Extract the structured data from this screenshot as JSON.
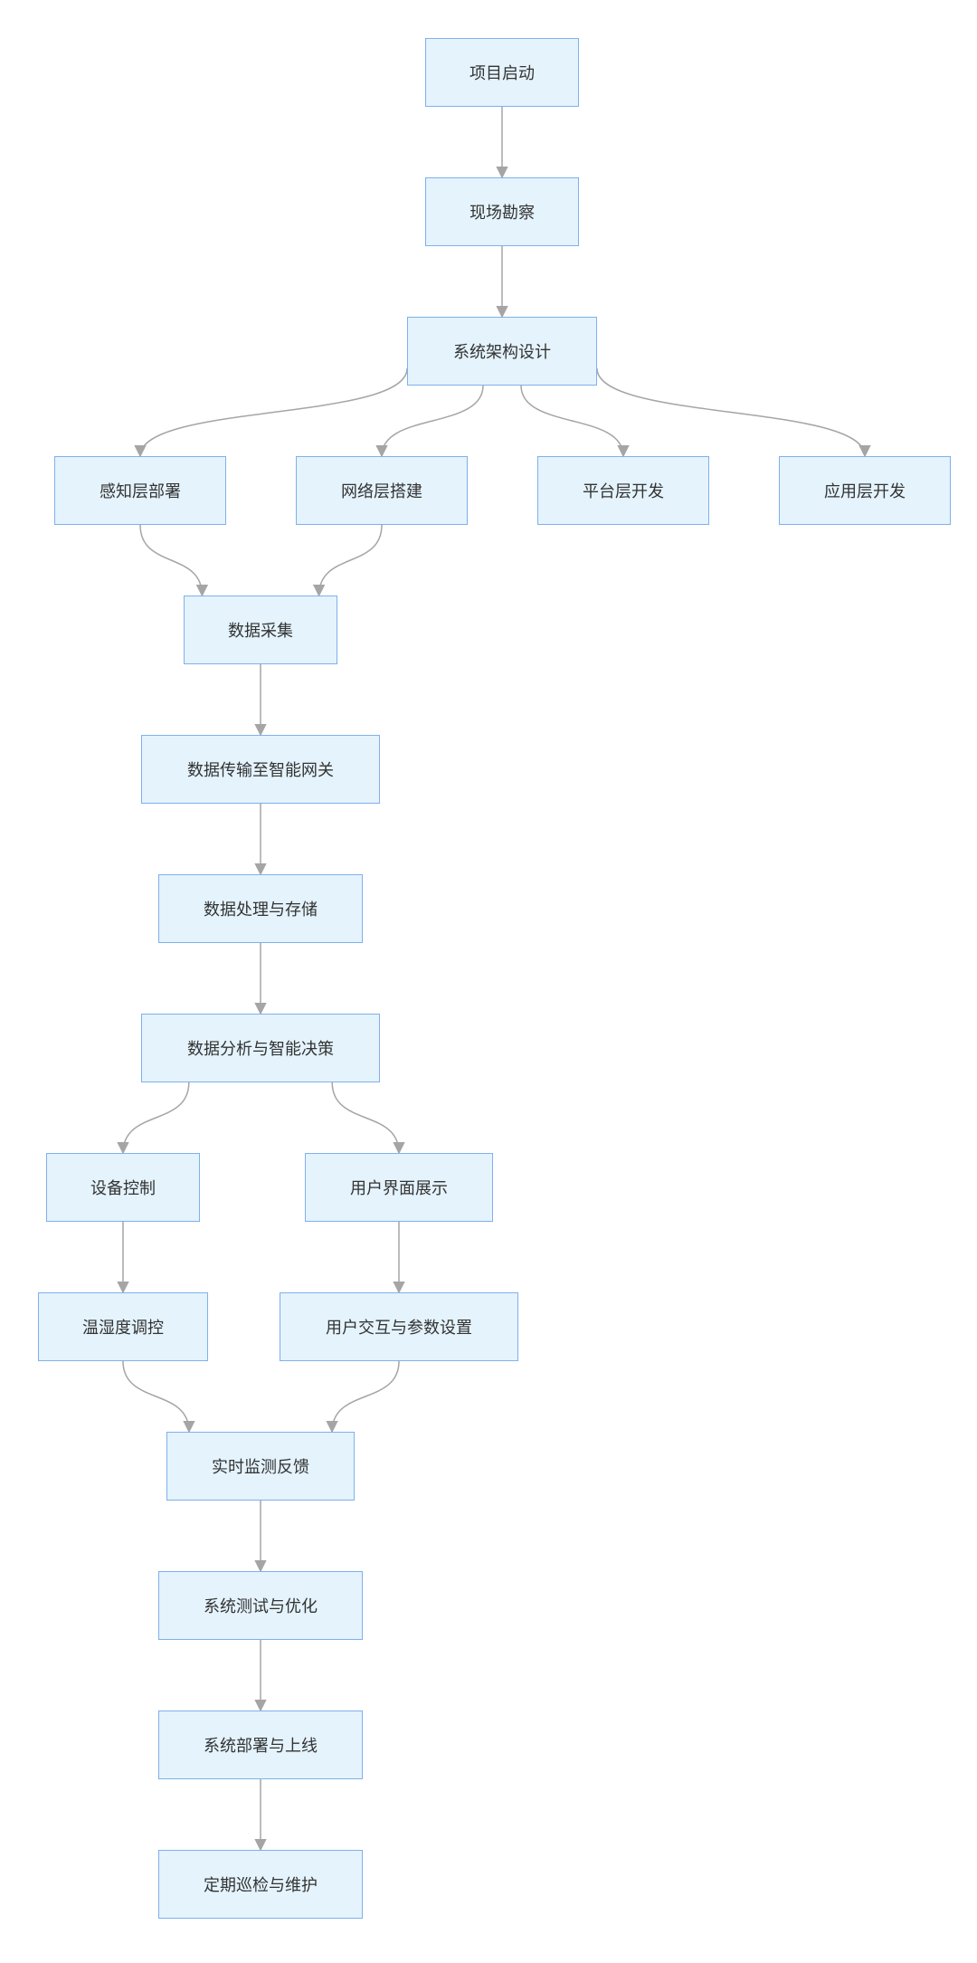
{
  "diagram": {
    "nodes": [
      {
        "id": "start",
        "label": "项目启动"
      },
      {
        "id": "survey",
        "label": "现场勘察"
      },
      {
        "id": "arch",
        "label": "系统架构设计"
      },
      {
        "id": "sense",
        "label": "感知层部署"
      },
      {
        "id": "network",
        "label": "网络层搭建"
      },
      {
        "id": "platform",
        "label": "平台层开发"
      },
      {
        "id": "app",
        "label": "应用层开发"
      },
      {
        "id": "collect",
        "label": "数据采集"
      },
      {
        "id": "transmit",
        "label": "数据传输至智能网关"
      },
      {
        "id": "process",
        "label": "数据处理与存储"
      },
      {
        "id": "analyze",
        "label": "数据分析与智能决策"
      },
      {
        "id": "device",
        "label": "设备控制"
      },
      {
        "id": "ui",
        "label": "用户界面展示"
      },
      {
        "id": "temp",
        "label": "温湿度调控"
      },
      {
        "id": "interact",
        "label": "用户交互与参数设置"
      },
      {
        "id": "monitor",
        "label": "实时监测反馈"
      },
      {
        "id": "test",
        "label": "系统测试与优化"
      },
      {
        "id": "deploy",
        "label": "系统部署与上线"
      },
      {
        "id": "maintain",
        "label": "定期巡检与维护"
      }
    ],
    "edges": [
      {
        "from": "start",
        "to": "survey"
      },
      {
        "from": "survey",
        "to": "arch"
      },
      {
        "from": "arch",
        "to": "sense"
      },
      {
        "from": "arch",
        "to": "network"
      },
      {
        "from": "arch",
        "to": "platform"
      },
      {
        "from": "arch",
        "to": "app"
      },
      {
        "from": "sense",
        "to": "collect"
      },
      {
        "from": "network",
        "to": "collect"
      },
      {
        "from": "collect",
        "to": "transmit"
      },
      {
        "from": "transmit",
        "to": "process"
      },
      {
        "from": "process",
        "to": "analyze"
      },
      {
        "from": "analyze",
        "to": "device"
      },
      {
        "from": "analyze",
        "to": "ui"
      },
      {
        "from": "device",
        "to": "temp"
      },
      {
        "from": "ui",
        "to": "interact"
      },
      {
        "from": "temp",
        "to": "monitor"
      },
      {
        "from": "interact",
        "to": "monitor"
      },
      {
        "from": "monitor",
        "to": "test"
      },
      {
        "from": "test",
        "to": "deploy"
      },
      {
        "from": "deploy",
        "to": "maintain"
      }
    ],
    "colors": {
      "node_fill": "#e4f3fc",
      "node_border": "#7fb0ec",
      "edge": "#a5a5a5",
      "text": "#333333"
    }
  }
}
